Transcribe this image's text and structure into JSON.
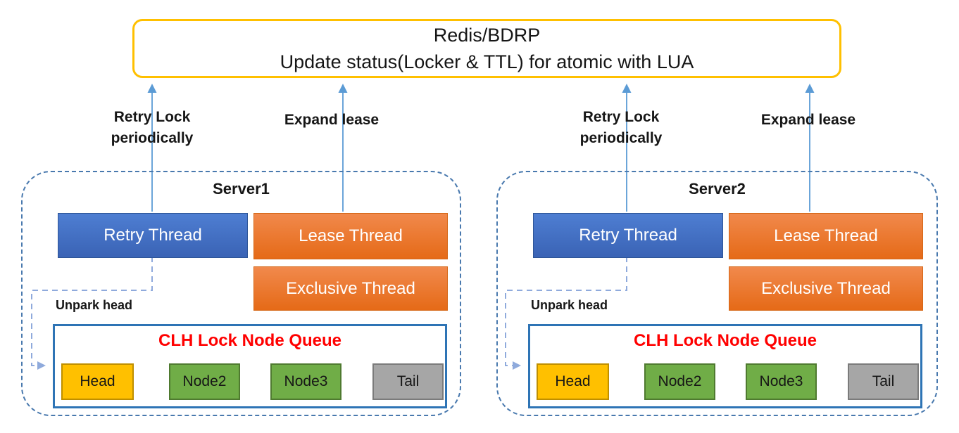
{
  "colors": {
    "arrow_blue": "#5B9BD5",
    "dash_border_blue": "#4979AE",
    "unpark_dash_blue": "#8FAADC",
    "redis_border_gold": "#FFC000",
    "thread_blue_top": "#4E7ED2",
    "thread_blue_bottom": "#3A63B5",
    "thread_blue_border": "#2E5597",
    "thread_orange_top": "#F1894C",
    "thread_orange_bottom": "#E56A17",
    "thread_orange_border": "#D56717",
    "queue_border_blue": "#2E74B5",
    "queue_title_red": "#FF0000",
    "node_head_fill": "#FFC000",
    "node_head_border": "#BF8F00",
    "node_green_fill": "#70AD47",
    "node_green_border": "#4F7A30",
    "node_tail_fill": "#A6A6A6",
    "node_tail_border": "#7B7B7B",
    "text_black": "#161616",
    "text_white": "#FFFFFF"
  },
  "redis_box": {
    "line1": "Redis/BDRP",
    "line2": "Update status(Locker & TTL) for atomic with LUA"
  },
  "servers": [
    {
      "title": "Server1",
      "retry_label_line1": "Retry Lock",
      "retry_label_line2": "periodically",
      "expand_label": "Expand lease",
      "retry_thread": "Retry Thread",
      "lease_thread": "Lease Thread",
      "exclusive_thread": "Exclusive Thread",
      "unpark_label": "Unpark head",
      "queue": {
        "title": "CLH Lock Node Queue",
        "nodes": [
          {
            "label": "Head"
          },
          {
            "label": "Node2"
          },
          {
            "label": "Node3"
          },
          {
            "label": "Tail"
          }
        ]
      }
    },
    {
      "title": "Server2",
      "retry_label_line1": "Retry Lock",
      "retry_label_line2": "periodically",
      "expand_label": "Expand lease",
      "retry_thread": "Retry Thread",
      "lease_thread": "Lease Thread",
      "exclusive_thread": "Exclusive Thread",
      "unpark_label": "Unpark head",
      "queue": {
        "title": "CLH Lock Node Queue",
        "nodes": [
          {
            "label": "Head"
          },
          {
            "label": "Node2"
          },
          {
            "label": "Node3"
          },
          {
            "label": "Tail"
          }
        ]
      }
    }
  ]
}
